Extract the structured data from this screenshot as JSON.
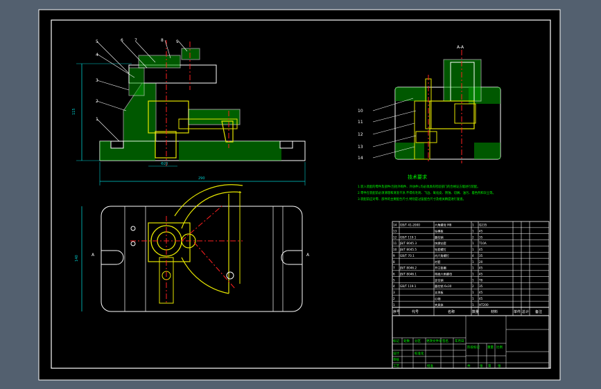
{
  "colors": {
    "viewport": "#53606f",
    "paper": "#000000",
    "frame": "#ffffff",
    "outline": "#ffffff",
    "hatch": "#00c000",
    "dimension": "#00d0d0",
    "part_yellow": "#e6e600",
    "part_red": "#ff2020",
    "notes": "#00ff00",
    "label": "#ffffff"
  },
  "section_title": "A-A",
  "tech_requirements": {
    "title": "技术要求",
    "items": [
      "1.装入装配的零件及部件(包括外购件、外协件),均必须具有检验部门的合格证方能进行装配。",
      "2.零件在装配前必须清理和清洗干净,不得有毛刺、飞边、氧化皮、锈蚀、切屑、油污、着色剂和灰尘等。",
      "3.装配前应对零、部件的主要配合尺寸,特别是过盈配合尺寸及相关精度进行复查。"
    ]
  },
  "dimensions": {
    "height": "115",
    "width": "290",
    "plan_height": "140",
    "bore": "Φ20"
  },
  "callouts_front": [
    "4",
    "6",
    "5",
    "8",
    "7",
    "9",
    "3",
    "2",
    "1"
  ],
  "callouts_section": [
    "10",
    "11",
    "12",
    "13",
    "14"
  ],
  "view_markers": [
    "A",
    "A"
  ],
  "bom": {
    "rows": [
      [
        "14",
        "GB/T 41-2000",
        "六角螺母 M8",
        "1",
        "Q235",
        ""
      ],
      [
        "13",
        "",
        "钻模板",
        "1",
        "45",
        ""
      ],
      [
        "12",
        "GB/T 119.1",
        "圆柱销",
        "2",
        "35",
        ""
      ],
      [
        "11",
        "JB/T 8045.3",
        "快换钻套",
        "1",
        "T10A",
        ""
      ],
      [
        "10",
        "JB/T 8045.5",
        "钻套螺钉",
        "1",
        "45",
        ""
      ],
      [
        "9",
        "GB/T 70.1",
        "内六角螺钉",
        "4",
        "35",
        ""
      ],
      [
        "8",
        "",
        "衬套",
        "1",
        "20",
        ""
      ],
      [
        "7",
        "JB/T 8046.2",
        "开口垫圈",
        "1",
        "45",
        ""
      ],
      [
        "6",
        "JB/T 8046.1",
        "带肩六角螺母",
        "1",
        "45",
        ""
      ],
      [
        "5",
        "",
        "定位销",
        "1",
        "T8",
        ""
      ],
      [
        "4",
        "GB/T 119.1",
        "圆柱销 6x30",
        "2",
        "35",
        ""
      ],
      [
        "3",
        "",
        "支承板",
        "1",
        "45",
        ""
      ],
      [
        "2",
        "",
        "心轴",
        "1",
        "45",
        ""
      ],
      [
        "1",
        "",
        "夹具体",
        "1",
        "HT200",
        ""
      ]
    ],
    "header": [
      "序号",
      "代号",
      "名称",
      "数量",
      "材料",
      "单件",
      "总计",
      "备注"
    ]
  },
  "title_block": {
    "labels": [
      "标记",
      "处数",
      "分区",
      "更改文件号",
      "签名",
      "年月日",
      "设计",
      "标准化",
      "阶段标记",
      "重量",
      "比例",
      "审核",
      "工艺",
      "批准",
      "共",
      "张",
      "第",
      "张"
    ]
  }
}
